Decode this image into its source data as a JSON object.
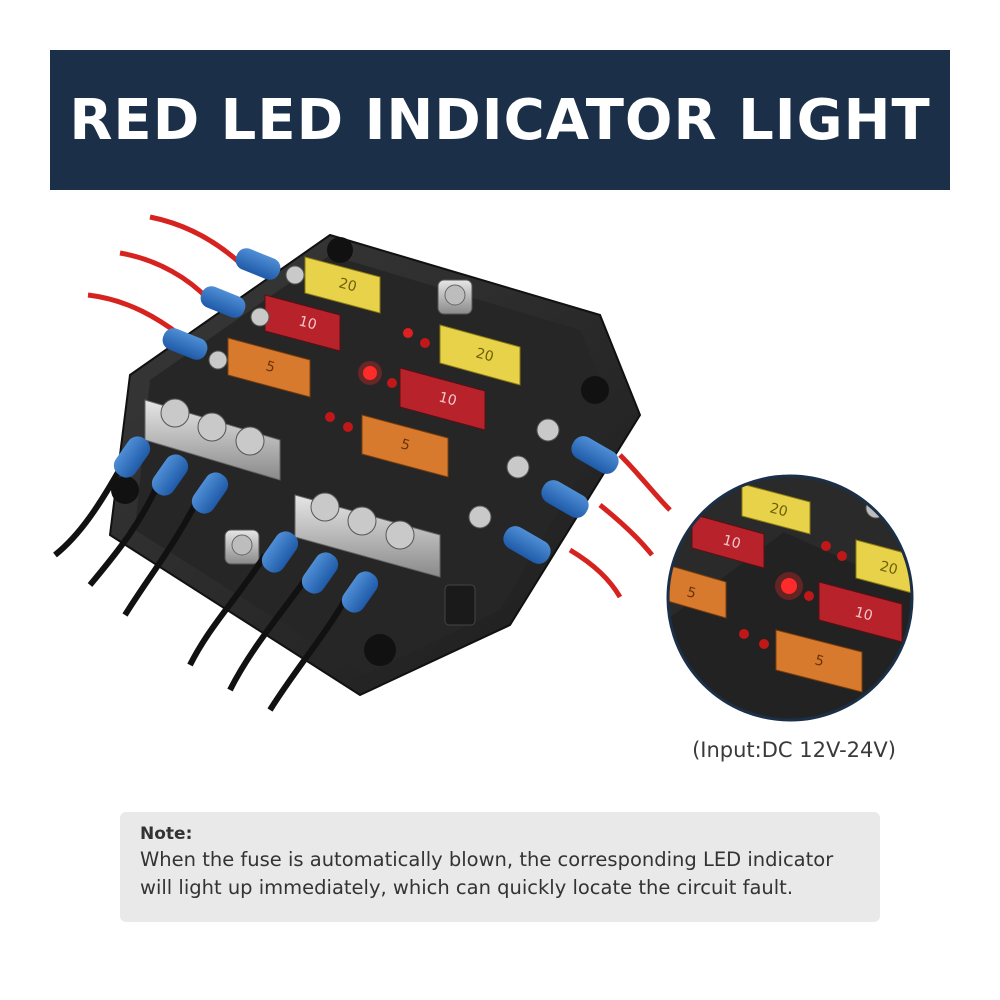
{
  "banner": {
    "title": "RED LED INDICATOR LIGHT"
  },
  "product": {
    "fuse_labels": [
      "20",
      "10",
      "5",
      "20",
      "10",
      "5"
    ],
    "led_color": "#e02020",
    "housing_color": "#2b2b2b"
  },
  "zoom": {
    "fuse_labels": [
      "20",
      "10",
      "5",
      "20",
      "10",
      "5"
    ]
  },
  "caption": {
    "input_spec": "(Input:DC 12V-24V)"
  },
  "note": {
    "title": "Note:",
    "line1": "When the fuse is automatically blown, the corresponding LED indicator",
    "line2": "will light up immediately, which can quickly locate the circuit fault."
  },
  "colors": {
    "banner_bg": "#1b3048",
    "note_bg": "#e9e9e9"
  }
}
